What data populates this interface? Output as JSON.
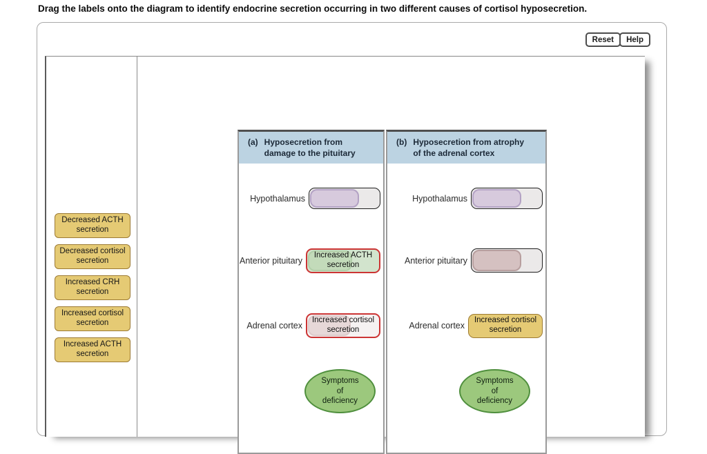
{
  "instruction": "Drag the labels onto the diagram to identify endocrine secretion occurring in two different causes of cortisol hyposecretion.",
  "toolbar": {
    "reset_label": "Reset",
    "help_label": "Help"
  },
  "label_bank": {
    "items": [
      "Decreased ACTH secretion",
      "Decreased cortisol secretion",
      "Increased CRH secretion",
      "Increased cortisol secretion",
      "Increased ACTH secretion"
    ]
  },
  "diagram": {
    "columns": [
      {
        "header_prefix": "(a)",
        "header_title": "Hyposecretion from damage to the pituitary",
        "rows": [
          {
            "label": "Hypothalamus",
            "slot_state": "empty"
          },
          {
            "label": "Anterior pituitary",
            "slot_state": "filled-green",
            "value": "Increased ACTH secretion"
          },
          {
            "label": "Adrenal cortex",
            "slot_state": "filled-white",
            "value": "Increased cortisol secretion"
          }
        ],
        "outcome": "Symptoms of deficiency"
      },
      {
        "header_prefix": "(b)",
        "header_title": "Hyposecretion from atrophy of the adrenal cortex",
        "rows": [
          {
            "label": "Hypothalamus",
            "slot_state": "empty"
          },
          {
            "label": "Anterior pituitary",
            "slot_state": "empty"
          },
          {
            "label": "Adrenal cortex",
            "slot_state": "filled-tan",
            "value": "Increased cortisol secretion"
          }
        ],
        "outcome": "Symptoms of deficiency"
      }
    ]
  },
  "colors": {
    "accent_tan": "#e5ca74",
    "tan_border": "#9c7a33",
    "incorrect_red": "#cc3434",
    "filled_green": "#d2e4cd",
    "green_organ": "#c3dbba",
    "white_fill": "#f6f2f2",
    "pink_organ": "#e7d8d8",
    "oval_green": "#9cc87d",
    "oval_border": "#4f8f3d",
    "header_blue": "#bcd3e2",
    "purple_organ": "#d7cadd",
    "purple_border": "#b3a2c4",
    "mauve_organ": "#d5c1c1",
    "mauve_border": "#b79e9e",
    "slot_gray": "#ebe9e9"
  }
}
